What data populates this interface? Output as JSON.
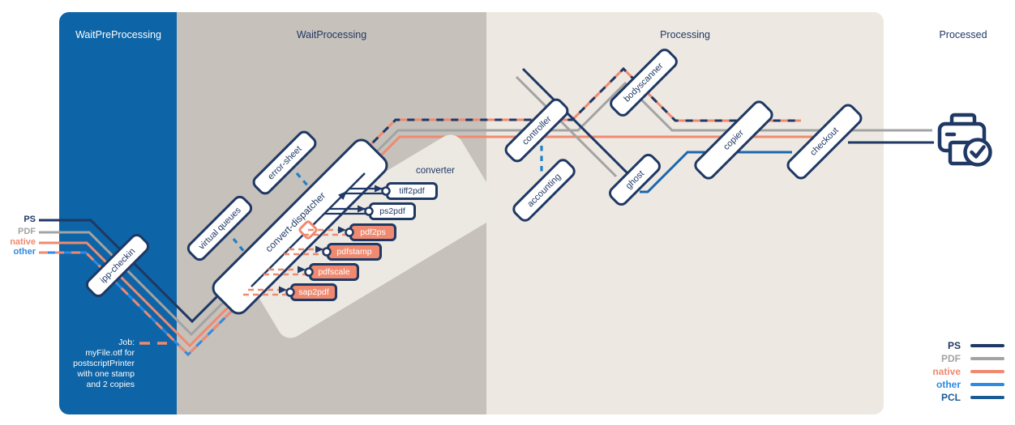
{
  "sections": [
    {
      "label": "WaitPreProcessing"
    },
    {
      "label": "WaitProcessing"
    },
    {
      "label": "Processing"
    },
    {
      "label": "Processed"
    }
  ],
  "inputs": [
    {
      "label": "PS",
      "color": "#1f3864"
    },
    {
      "label": "PDF",
      "color": "#a3a3a3"
    },
    {
      "label": "native",
      "color": "#ef8a70"
    },
    {
      "label": "other",
      "color": "#2e8ae2"
    }
  ],
  "job": {
    "label": "Job:",
    "lines": [
      "myFile.otf for",
      "postscriptPrinter",
      "with one stamp",
      "and 2 copies"
    ]
  },
  "nodes": {
    "ipp_checkin": "ipp-checkin",
    "virtual_queues": "virtual queues",
    "error_sheet": "error-sheet",
    "convert_dispatcher": "convert-dispatcher",
    "controller": "controller",
    "accounting": "accounting",
    "bodyscanner": "bodyscanner",
    "ghost": "ghost",
    "copier": "copier",
    "checkout": "checkout"
  },
  "converter": {
    "label": "converter",
    "tools": [
      {
        "label": "tiff2pdf",
        "variant": "white"
      },
      {
        "label": "ps2pdf",
        "variant": "white"
      },
      {
        "label": "pdf2ps",
        "variant": "accent"
      },
      {
        "label": "pdfstamp",
        "variant": "accent"
      },
      {
        "label": "pdfscale",
        "variant": "accent"
      },
      {
        "label": "sap2pdf",
        "variant": "accent"
      }
    ]
  },
  "legend": [
    {
      "label": "PS",
      "color": "#1f3864"
    },
    {
      "label": "PDF",
      "color": "#a3a3a3"
    },
    {
      "label": "native",
      "color": "#ef8a70"
    },
    {
      "label": "other",
      "color": "#2e8ae2"
    },
    {
      "label": "PCL",
      "color": "#1a5a96"
    }
  ],
  "icons": {
    "printer_done": "printer-check-icon"
  },
  "colors": {
    "navy": "#1f3864",
    "section_blue": "#0d64a6",
    "section_gray": "#c6c1bb",
    "section_beige": "#ede9e2",
    "converter_shape": "#ece9e3",
    "connector_blue": "#1e7ec8",
    "accent_salmon": "#ef8a70"
  }
}
